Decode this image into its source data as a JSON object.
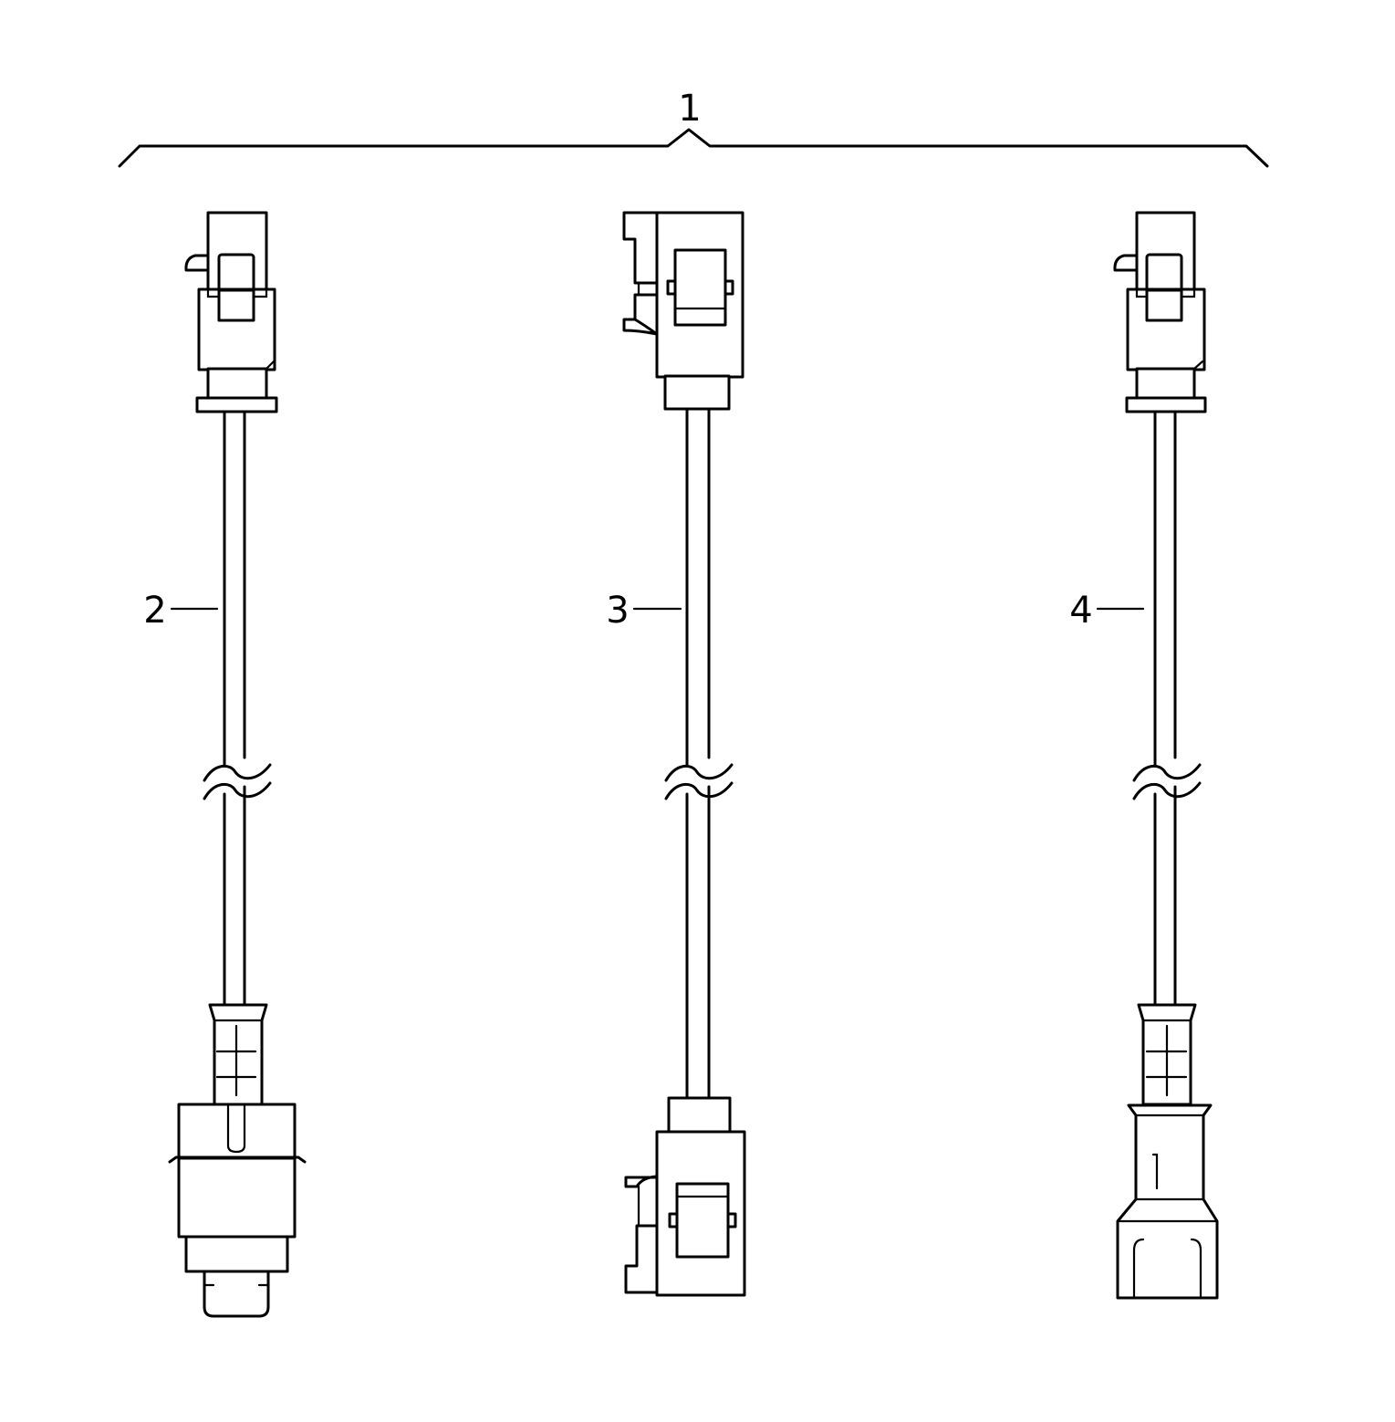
{
  "diagram": {
    "assembly_label": "1",
    "parts": [
      {
        "callout": "2"
      },
      {
        "callout": "3"
      },
      {
        "callout": "4"
      }
    ],
    "colors": {
      "line": "#000000",
      "background": "#ffffff"
    }
  }
}
